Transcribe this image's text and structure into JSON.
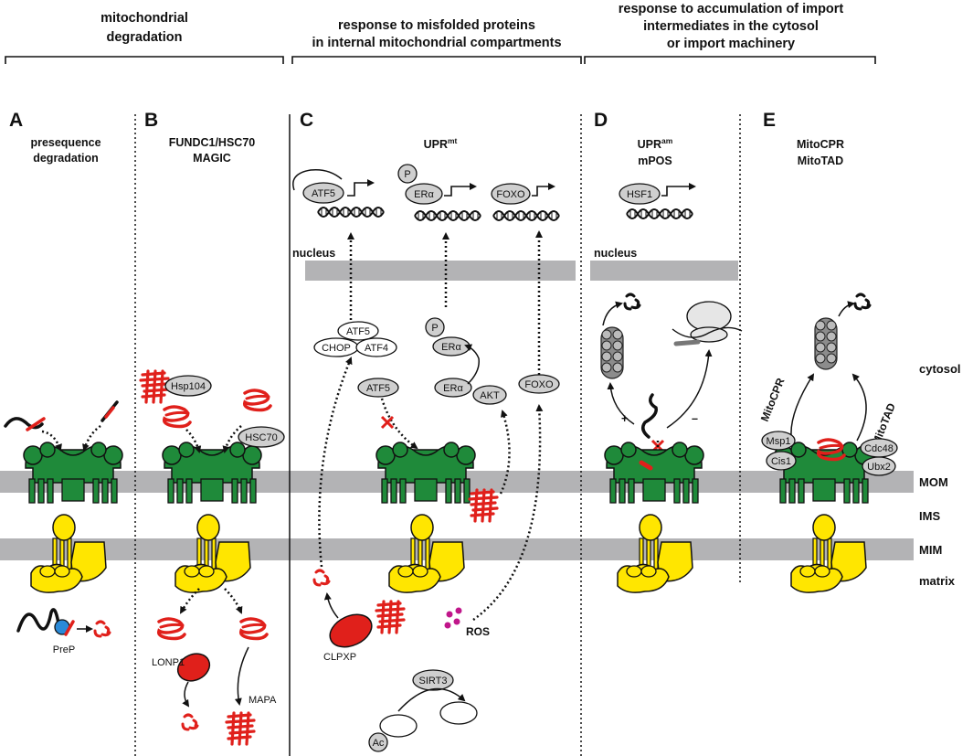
{
  "headers": {
    "mito_degradation": [
      "mitochondrial",
      "degradation"
    ],
    "misfolded": [
      "response to misfolded proteins",
      "in internal mitochondrial compartments"
    ],
    "accumulation": [
      "response to accumulation of import",
      "intermediates in the cytosol",
      "or import machinery"
    ]
  },
  "panels": [
    {
      "letter": "A",
      "title": [
        "presequence",
        "degradation"
      ]
    },
    {
      "letter": "B",
      "title": [
        "FUNDC1/HSC70",
        "MAGIC"
      ]
    },
    {
      "letter": "C",
      "title": [
        "UPR",
        "mt"
      ]
    },
    {
      "letter": "D",
      "title": [
        "UPR",
        "am",
        "mPOS"
      ]
    },
    {
      "letter": "E",
      "title": [
        "MitoCPR",
        "MitoTAD"
      ]
    }
  ],
  "compartments": {
    "cytosol": "cytosol",
    "mom": "MOM",
    "ims": "IMS",
    "mim": "MIM",
    "matrix": "matrix",
    "nucleus": "nucleus"
  },
  "labels": {
    "prep": "PreP",
    "hsp104": "Hsp104",
    "hsc70": "HSC70",
    "lonp1": "LONP1",
    "mapa": "MAPA",
    "atf5": "ATF5",
    "er_alpha": "ERα",
    "p": "P",
    "foxo": "FOXO",
    "chop": "CHOP",
    "atf4": "ATF4",
    "akt": "AKT",
    "clpxp": "CLPXP",
    "ros": "ROS",
    "sirt3": "SIRT3",
    "ac": "Ac",
    "hsf1": "HSF1",
    "plus": "+",
    "minus": "–",
    "msp1": "Msp1",
    "cis1": "Cis1",
    "cdc48": "Cdc48",
    "ubx2": "Ubx2",
    "mitocpr": "MitoCPR",
    "mitotad": "MitoTAD"
  },
  "colors": {
    "tom": "#1f8a3a",
    "tim": "#ffe600",
    "misfolded": "#e0201b",
    "membrane": "#b3b3b5",
    "protein_oval": "#cfcfcf"
  }
}
